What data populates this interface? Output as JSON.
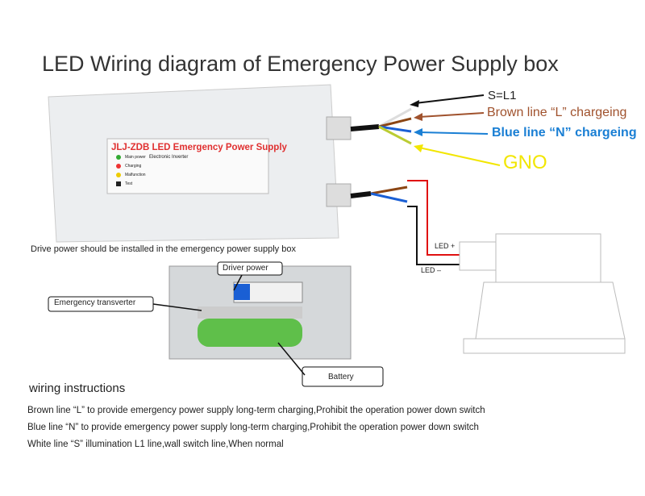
{
  "title": "LED Wiring diagram of Emergency Power Supply box",
  "wire_labels": {
    "s": "S=L1",
    "brown": "Brown line “L” chargeing",
    "blue": "Blue line “N” chargeing",
    "gno": "GNO",
    "led_plus": "LED +",
    "led_minus": "LED –"
  },
  "box_label": {
    "title": "JLJ-ZDB LED Emergency Power Supply",
    "inverter": "Electronic Inverter",
    "indicators": [
      "Main power",
      "Charging",
      "Malfunction",
      "Test"
    ]
  },
  "drive_note": "Drive power should be installed in the emergency power supply box",
  "callouts": {
    "driver": "Driver power",
    "transverter": "Emergency transverter",
    "battery": "Battery"
  },
  "instructions": {
    "heading": "wiring instructions",
    "lines": [
      "Brown line “L” to provide emergency power supply long-term charging,Prohibit the operation power down switch",
      "Blue line “N” to provide emergency power supply long-term charging,Prohibit the operation power down switch",
      "White line “S” illumination L1 line,wall switch line,When normal"
    ]
  },
  "colors": {
    "brown": "#a0522d",
    "blue": "#1a7fd4",
    "yellow": "#f2e600",
    "red": "#e01010"
  }
}
